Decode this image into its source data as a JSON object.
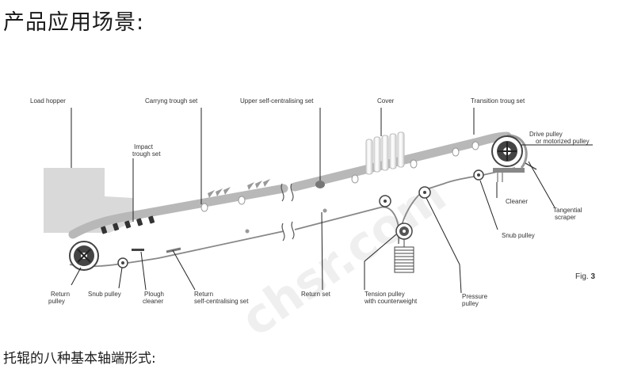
{
  "headings": {
    "top": "产品应用场景:",
    "bottom": "托辊的八种基本轴端形式:"
  },
  "figure": {
    "fig_label_prefix": "Fig.",
    "fig_label_number": "3",
    "watermark": "chsr.com",
    "labels": {
      "load_hopper": "Load hopper",
      "carrying_trough_set": "Carryng trough set",
      "upper_self_centralising_set": "Upper self-centralising set",
      "cover": "Cover",
      "transition_trough_set": "Transition troug set",
      "drive_pulley_1": "Drive pulley",
      "drive_pulley_2": "or motorized pulley",
      "impact_trough_set_1": "Impact",
      "impact_trough_set_2": "trough set",
      "cleaner": "Cleaner",
      "tangential_scraper_1": "Tangential",
      "tangential_scraper_2": "scraper",
      "snub_pulley_right": "Snub pulley",
      "return_pulley_1": "Return",
      "return_pulley_2": "pulley",
      "snub_pulley_left": "Snub pulley",
      "plough_cleaner_1": "Plough",
      "plough_cleaner_2": "cleaner",
      "return_self_centralising_set_1": "Return",
      "return_self_centralising_set_2": "self-centralising set",
      "return_set": "Return set",
      "tension_pulley_1": "Tension pulley",
      "tension_pulley_2": "with counterweight",
      "pressure_pulley_1": "Pressure",
      "pressure_pulley_2": "pulley"
    }
  }
}
